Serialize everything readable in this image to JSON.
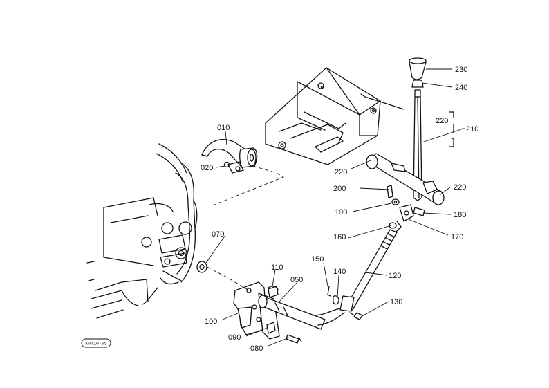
{
  "parts": {
    "p010": "010",
    "p020": "020",
    "p050": "050",
    "p070": "070",
    "p080": "080",
    "p090": "090",
    "p100": "100",
    "p110": "110",
    "p120": "120",
    "p130": "130",
    "p140": "140",
    "p150": "150",
    "p160": "160",
    "p170": "170",
    "p180": "180",
    "p190": "190",
    "p200": "200",
    "p210": "210",
    "p220a": "220",
    "p220b": "220",
    "p220c": "220",
    "p230": "230",
    "p240": "240"
  },
  "figure_code": "K0710-05"
}
